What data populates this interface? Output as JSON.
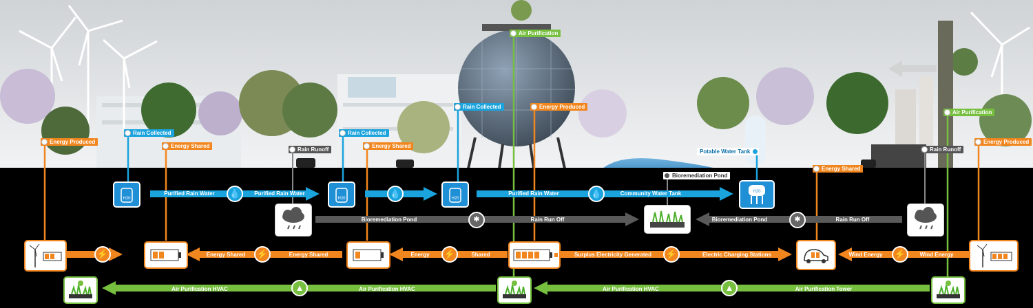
{
  "labels": {
    "air_purification_top": "Air Purification",
    "rain_collected_1": "Rain Collected",
    "rain_collected_2": "Rain Collected",
    "rain_collected_3": "Rain Collected",
    "energy_produced_left": "Energy Produced",
    "energy_produced_center": "Energy Produced",
    "energy_produced_right": "Energy Produced",
    "energy_shared_1": "Energy Shared",
    "energy_shared_2": "Energy Shared",
    "energy_shared_right": "Energy Shared",
    "rain_runoff_left": "Rain Runoff",
    "rain_runoff_right": "Rain Runoff",
    "potable_water_tank": "Potable Water Tank",
    "bioremediation_pond": "Bioremediation Pond",
    "air_purification_right": "Air Purification",
    "h2o_tank_text": "H20"
  },
  "flows": {
    "water": {
      "purified_rain_water_1": "Purified Rain Water",
      "purified_rain_water_2": "Purified Rain Water",
      "purified_rain_water_3": "Purified Rain Water",
      "community_water_tank": "Community Water Tank"
    },
    "runoff": {
      "bioremediation_pond_left": "Bioremediation  Pond",
      "rain_run_off_left": "Rain Run Off",
      "bioremediation_pond_right": "Bioremediation  Pond",
      "rain_run_off_right": "Rain Run Off"
    },
    "energy": {
      "energy_shared_a": "Energy Shared",
      "energy_shared_b": "Energy Shared",
      "energy": "Energy",
      "shared": "Shared",
      "surplus": "Surplus Electricity Generated",
      "electric_charging": "Electric Charging Stations",
      "wind_energy_a": "Wind Energy",
      "wind_energy_b": "Wind Energy"
    },
    "air": {
      "hvac_1": "Air Purification HVAC",
      "hvac_2": "Air Purification HVAC",
      "hvac_3": "Air Purification HVAC",
      "tower": "Air Purification Tower"
    }
  },
  "icons": {
    "water_drop": "water-drop-icon",
    "lightning": "lightning-bolt-icon",
    "tree": "tree-icon",
    "grass": "grass-icon",
    "wind_turbine": "wind-turbine-icon",
    "battery": "battery-icon",
    "rain_cloud": "rain-cloud-icon",
    "electric_car": "electric-car-icon",
    "water_tank": "water-tank-icon"
  },
  "colors": {
    "water": "#1aa3dd",
    "energy": "#f2861e",
    "air": "#76bf3f",
    "runoff": "#5a5a5a",
    "ground": "#000000"
  }
}
